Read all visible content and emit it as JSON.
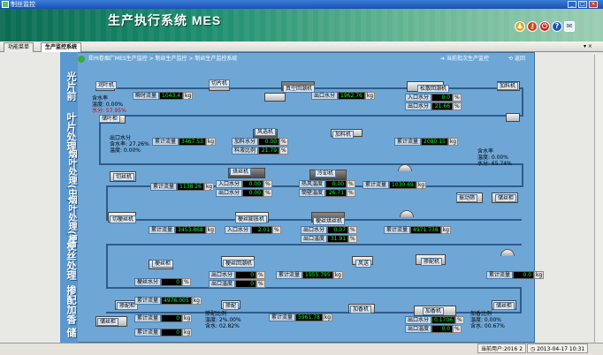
{
  "window": {
    "title": "制丝监控"
  },
  "header": {
    "system_title": "生产执行系统 MES",
    "icons": [
      "user-icon",
      "key-icon",
      "power-icon",
      "help-icon",
      "mail-icon"
    ]
  },
  "tabs": [
    {
      "label": "功能菜单"
    },
    {
      "label": "生产监控系统"
    }
  ],
  "breadcrumb": {
    "path": "郑州卷烟厂MES生产监控 > 制丝生产监控 > 制丝生产监控系统",
    "link_label": "当前批次生产监控",
    "refresh_label": "返回"
  },
  "sidebar": {
    "sections": [
      "光片前",
      "叶片处理",
      "烟叶处理(中)",
      "烟叶处理(梗)",
      "梗丝处理",
      "掺配加香",
      "储"
    ]
  },
  "process": {
    "sections": {
      "s1": {
        "flow_label": "瞬时流量",
        "flow_value": "1043.4",
        "flow_unit": "kg",
        "moisture1_label": "出口水分",
        "moisture1_value": "1962.76",
        "moisture1_unit": "kg",
        "moisture2_label": "入口水分",
        "moisture2_value": "0.0",
        "moisture2_unit": "%",
        "moisture3_label": "出口水分",
        "moisture3_value": "21.66",
        "moisture3_unit": "%",
        "info_line1": "含水率",
        "info_line2": "温度: 0.00%",
        "info_line3": "水分: 57.95%",
        "machine1": "润叶机",
        "machine2": "切片机",
        "machine3": "真空回潮机",
        "machine4": "松散回潮机",
        "machine5": "加料机"
      },
      "s2": {
        "flow_label": "累计流量",
        "flow_value": "3467.53",
        "flow_unit": "kg",
        "moisture1_label": "加料水分",
        "moisture1_value": "0.00",
        "moisture1_unit": "%",
        "moisture2_label": "料液比例",
        "moisture2_value": "21.79",
        "moisture2_unit": "%",
        "acc_label": "累计流量",
        "acc_value": "2080.15",
        "acc_unit": "kg",
        "info_line1": "出口水分",
        "info_line2": "含水率: 27.26%",
        "info_line3": "温度: 0.00%",
        "right_info1": "含水率",
        "right_info2": "温度: 0.00%",
        "right_info3": "水分: 65.74%",
        "machine1": "储叶柜",
        "machine2": "风选机",
        "machine3": "加料机"
      },
      "s3": {
        "flow_label": "累计流量",
        "flow_value": "1138.26",
        "flow_unit": "kg",
        "in_moist_label": "入口水分",
        "in_moist_value": "0.00",
        "in_moist_unit": "%",
        "out_moist_label": "出口水分",
        "out_moist_value": "0.00",
        "out_moist_unit": "%",
        "hot_label": "热风温度",
        "hot_value": "0.00",
        "hot_unit": "%",
        "temp_label": "筒壁温度",
        "temp_value": "26.71",
        "temp_unit": "%",
        "acc_label": "累计流量",
        "acc_value": "1030.69",
        "acc_unit": "kg",
        "machine1": "切丝机",
        "machine2": "烘丝机",
        "machine3": "冷却机",
        "machine4": "振动筛",
        "machine5": "储丝柜"
      },
      "s4": {
        "flow_label": "累计流量",
        "flow_value": "3453.868",
        "flow_unit": "kg",
        "in_moist_label": "入口水分",
        "in_moist_value": "2.01",
        "in_moist_unit": "%",
        "out1_label": "出口水分",
        "out1_value": "0.07",
        "out1_unit": "%",
        "out2_label": "出口温度",
        "out2_value": "31.91",
        "out2_unit": "%",
        "acc_label": "累计流量",
        "acc_value": "4971.738",
        "acc_unit": "kg",
        "machine1": "切梗丝机",
        "machine2": "梗丝膨胀机",
        "machine3": "梗丝烘丝机"
      },
      "s5": {
        "moist_label": "梗丝水分",
        "moist_value": "0",
        "moist_unit": "%",
        "out_label": "出口水分",
        "out_value": "0",
        "out_unit": "%",
        "temp_label": "出口温度",
        "temp_value": "0",
        "temp_unit": "%",
        "acc_label": "累计流量",
        "acc_value": "1555.795",
        "acc_unit": "kg",
        "right_acc_label": "累计流量",
        "right_acc_value": "0.0",
        "right_acc_unit": "kg",
        "machine1": "梗丝柜",
        "machine2": "梗丝回潮机",
        "machine3": "风送",
        "machine4": "掺配机"
      },
      "s6": {
        "flow1_label": "累计流量",
        "flow1_value": "4976.005",
        "flow1_unit": "kg",
        "flow2_label": "累计流量",
        "flow2_value": "0",
        "flow2_unit": "kg",
        "flow3_label": "累计流量",
        "flow3_value": "0",
        "flow3_unit": "kg",
        "mid_acc_label": "累计流量",
        "mid_acc_value": "5961.78",
        "mid_acc_unit": "kg",
        "out_moist_label": "出口水分",
        "out_moist_value": "0.1706",
        "out_moist_unit": "%",
        "out_temp_label": "出口温度",
        "out_temp_value": "0.0",
        "out_temp_unit": "%",
        "left_info1": "掺配比例",
        "left_info2": "温度: 2%.00%",
        "left_info3": "含水: 02.82%",
        "right_info1": "加香比例",
        "right_info2": "温度: 0.00%",
        "right_info3": "含水: 00.67%",
        "machine1": "掺配柜",
        "machine2": "储丝柜",
        "machine3": "掺配",
        "machine4": "加香机",
        "machine5": "加香机",
        "machine6": "储丝柜"
      }
    }
  },
  "statusbar": {
    "login": "当前用户:2016 2",
    "time": "2013-04-17 10:31"
  },
  "colors": {
    "panel_bg": "#6ea7d6",
    "value_bg": "#000000",
    "value_fg": "#00ff33",
    "banner": "#1d8e6e"
  }
}
